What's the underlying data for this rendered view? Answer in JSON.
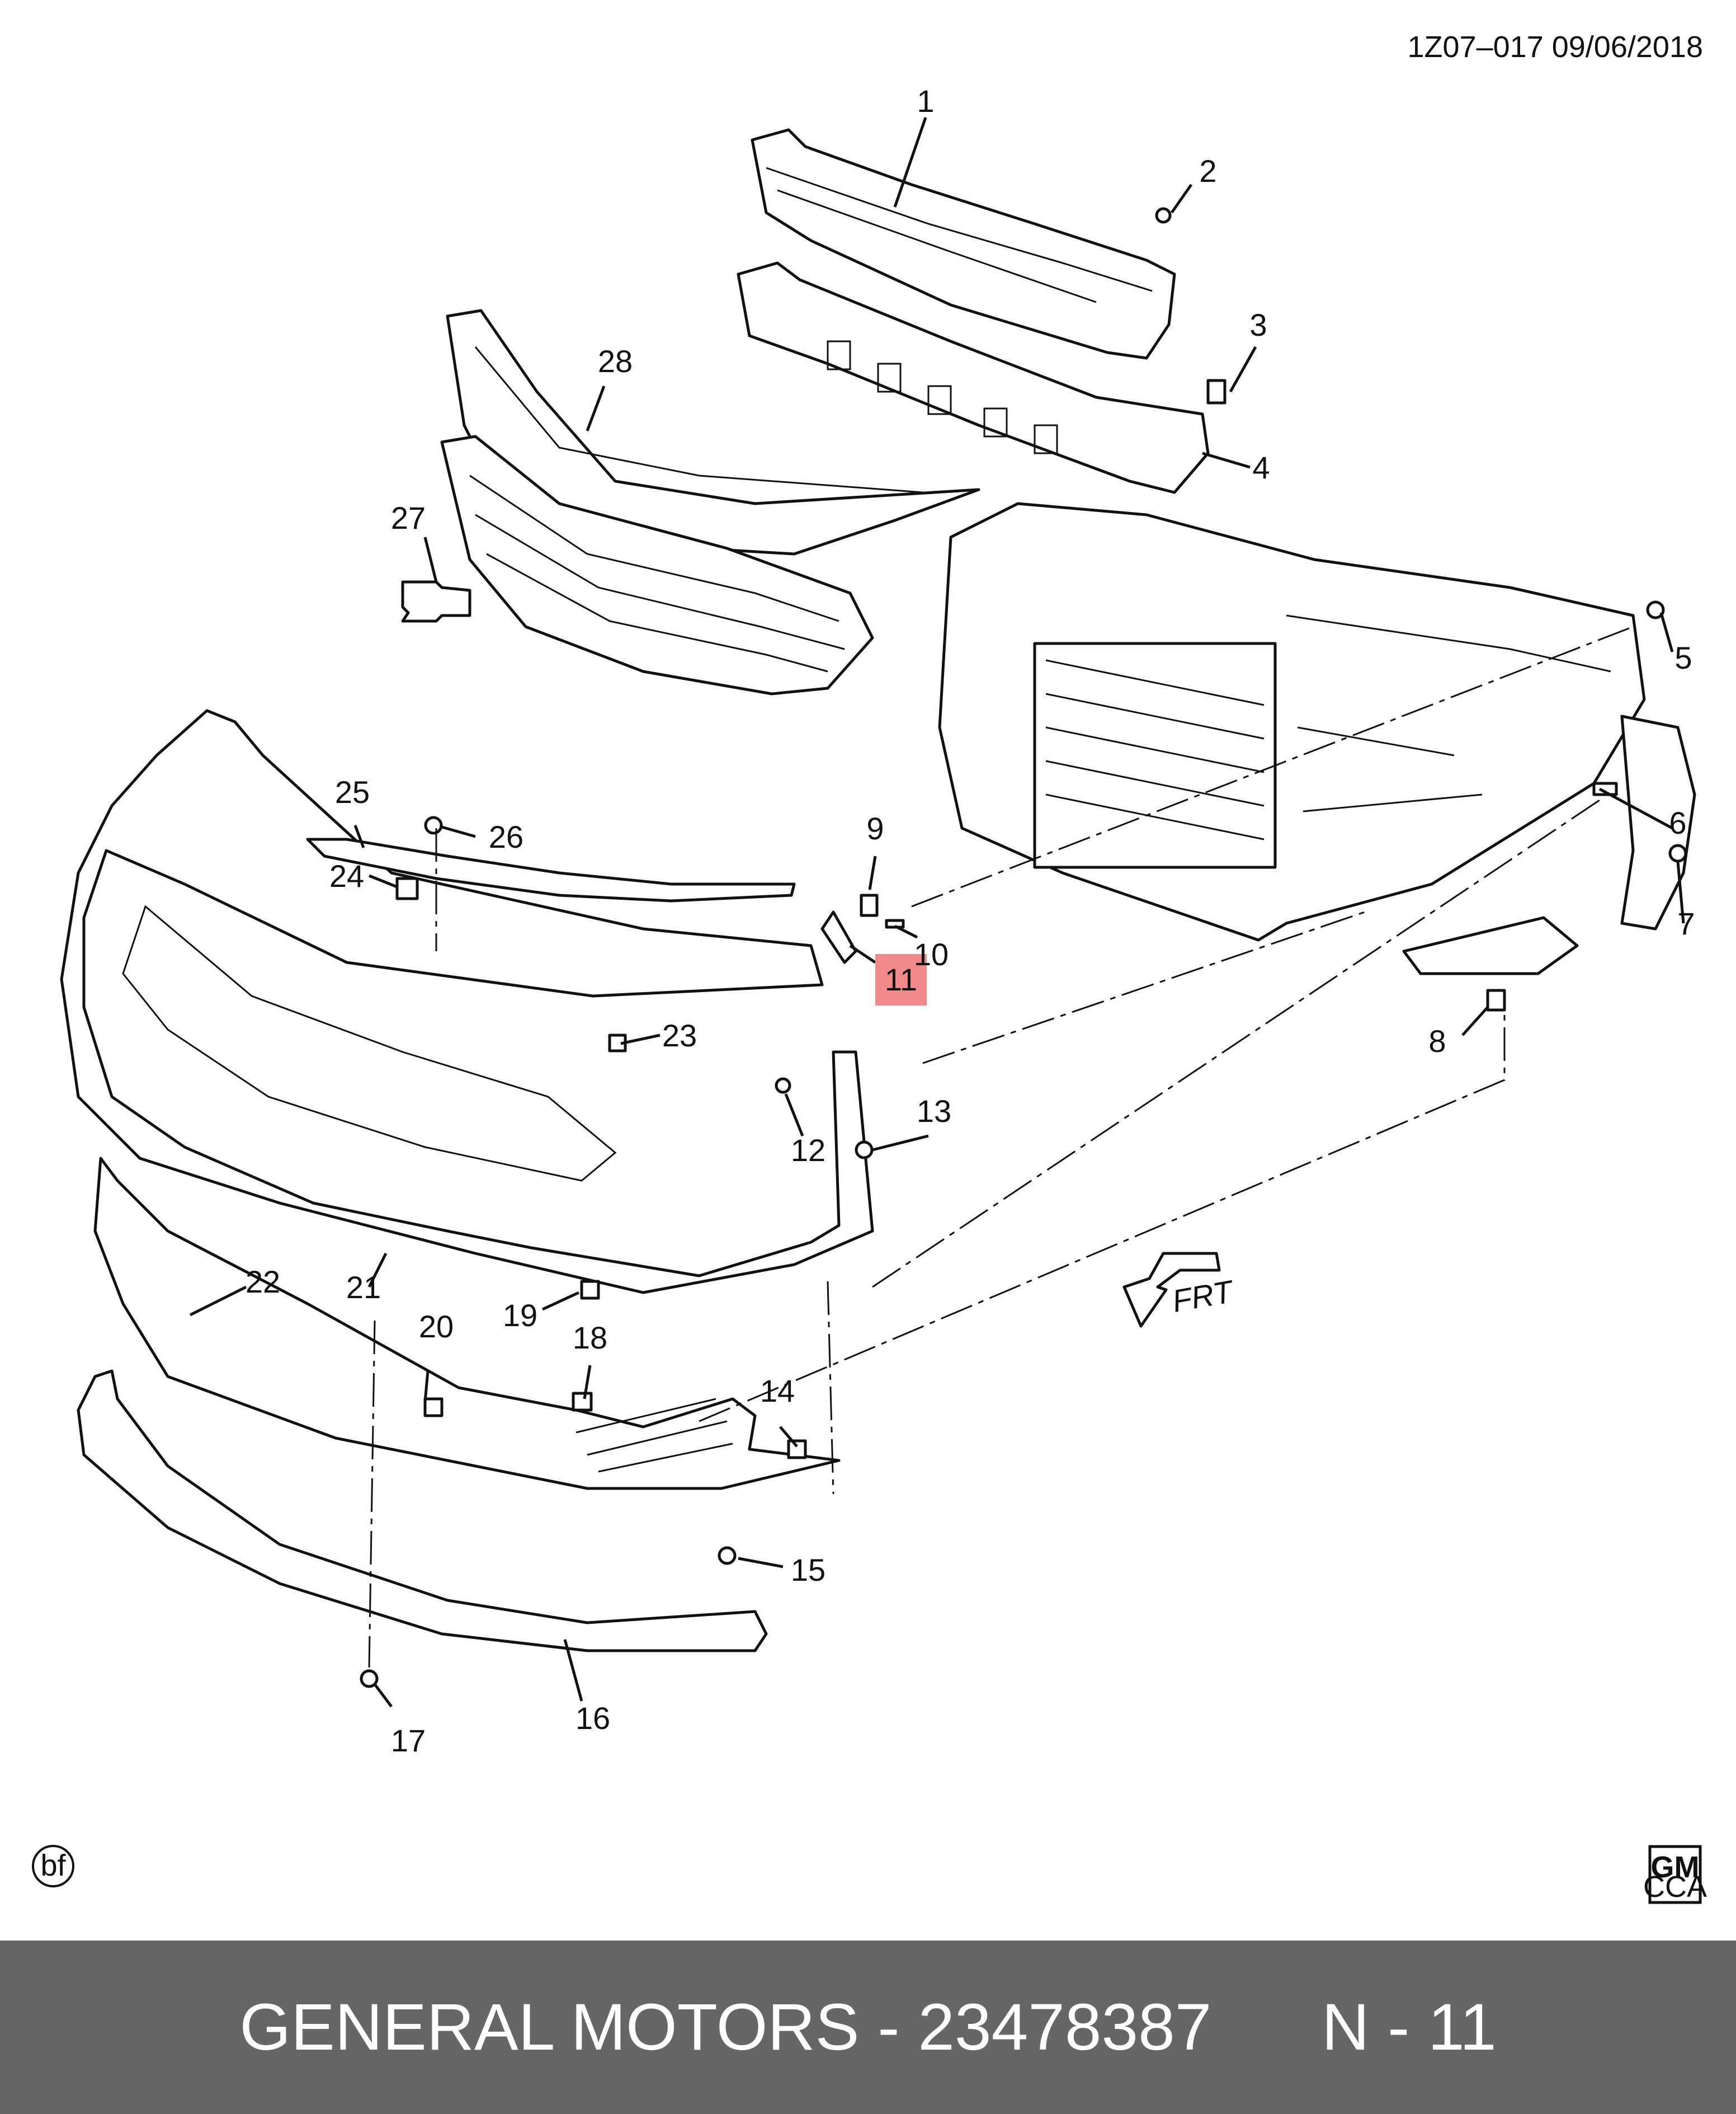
{
  "header": {
    "reference": "1Z07–017  09/06/2018"
  },
  "footer": {
    "brand": "GENERAL MOTORS",
    "part_number": "23478387",
    "page": "N - 11"
  },
  "callouts": {
    "c1": "1",
    "c2": "2",
    "c3": "3",
    "c4": "4",
    "c5": "5",
    "c6": "6",
    "c7": "7",
    "c8": "8",
    "c9": "9",
    "c10": "10",
    "c11": "11",
    "c12": "12",
    "c13": "13",
    "c14": "14",
    "c15": "15",
    "c16": "16",
    "c17": "17",
    "c18": "18",
    "c19": "19",
    "c20": "20",
    "c21": "21",
    "c22": "22",
    "c23": "23",
    "c24": "24",
    "c25": "25",
    "c26": "26",
    "c27": "27",
    "c28": "28"
  },
  "highlighted_callout": "11",
  "colors": {
    "highlight": "#f08a8a",
    "footer_bg": "#666666",
    "footer_text": "#ffffff"
  },
  "direction_label": "FRT",
  "marks": {
    "bf": "bf",
    "gm_logo": "GM",
    "gm_sub": "CCA"
  }
}
